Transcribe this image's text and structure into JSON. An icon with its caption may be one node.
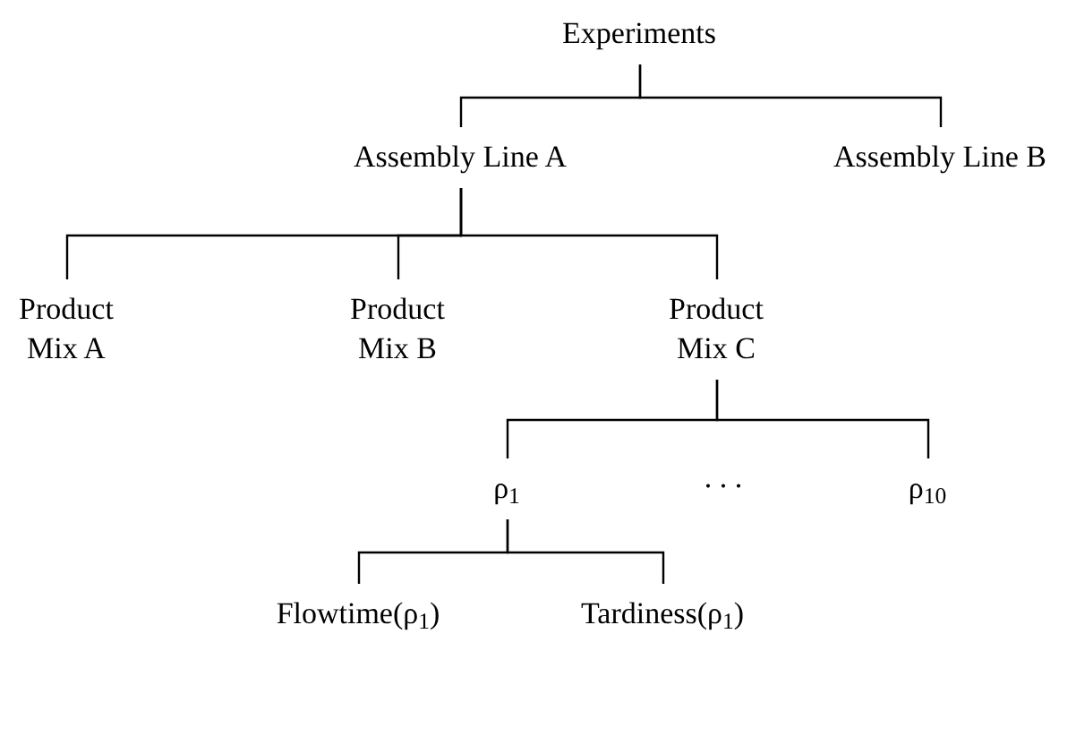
{
  "diagram": {
    "nodes": [
      {
        "text": [
          "Experiments"
        ]
      },
      {
        "text": [
          "Assembly Line A"
        ]
      },
      {
        "text": [
          "Assembly Line B"
        ]
      },
      {
        "text": [
          "Product Mix A"
        ]
      },
      {
        "text": [
          "Product Mix B"
        ]
      },
      {
        "text": [
          "Product Mix C"
        ]
      },
      {
        "text": [
          "ρ$_{1}$"
        ]
      },
      {
        "text": [
          "ρ$_{10}$"
        ]
      },
      {
        "text": [
          "Flowtime(ρ$_{1}$)"
        ]
      },
      {
        "text": [
          "Tardiness(ρ$_{1}$)"
        ]
      }
    ],
    "edges": [
      {
        "from": 0,
        "to": 1,
        "arrow": "none"
      },
      {
        "from": 0,
        "to": 2,
        "arrow": "none"
      },
      {
        "from": 1,
        "to": 3,
        "arrow": "none"
      },
      {
        "from": 1,
        "to": 4,
        "arrow": "none"
      },
      {
        "from": 1,
        "to": 5,
        "arrow": "none"
      },
      {
        "from": 5,
        "to": 6,
        "arrow": "none"
      },
      {
        "from": 5,
        "to": 7,
        "arrow": "none"
      },
      {
        "from": 6,
        "to": 8,
        "arrow": "none"
      },
      {
        "from": 6,
        "to": 9,
        "arrow": "none"
      }
    ],
    "labels": [
      ". . ."
    ]
  }
}
